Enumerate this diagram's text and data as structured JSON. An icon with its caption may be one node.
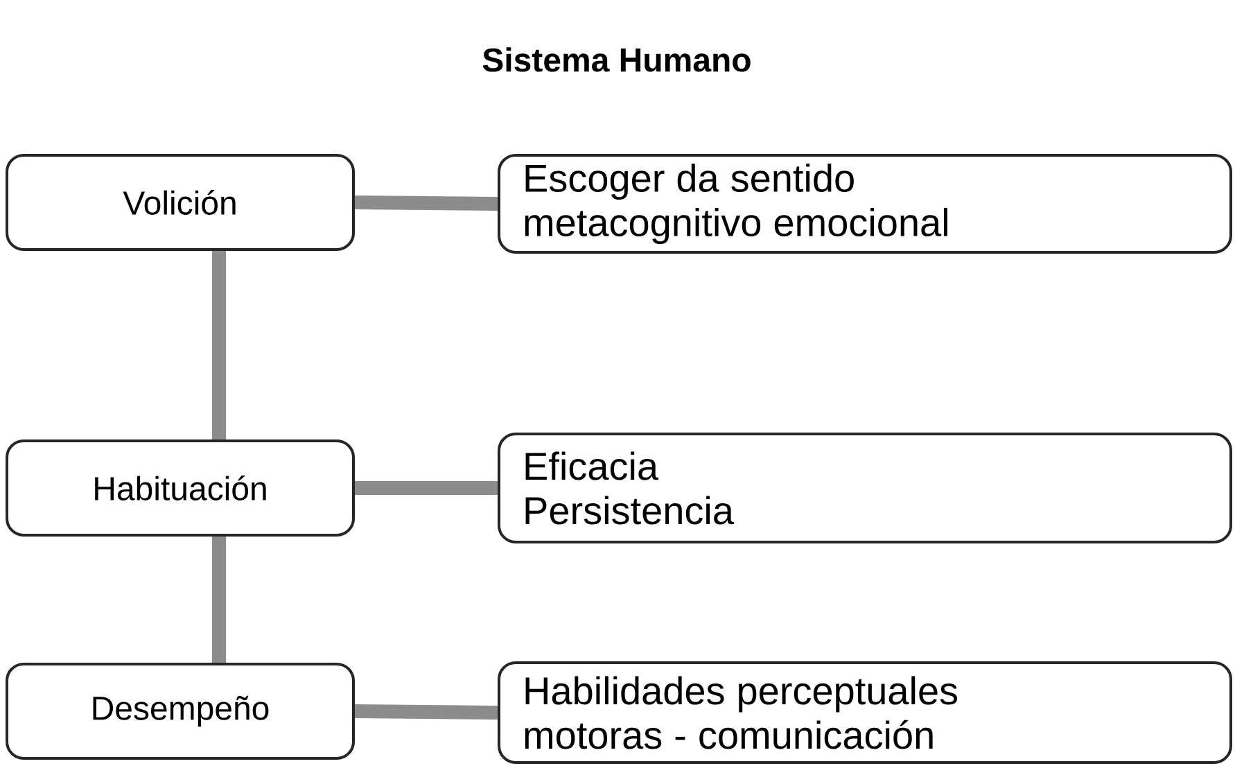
{
  "diagram": {
    "title": "Sistema Humano",
    "nodes": [
      {
        "text": [
          "Volición"
        ]
      },
      {
        "text": [
          "Escoger da sentido metacognitivo emocional"
        ]
      },
      {
        "text": [
          "Habituación"
        ]
      },
      {
        "text": [
          "Eficacia",
          "Persistencia"
        ]
      },
      {
        "text": [
          "Desempeño"
        ]
      },
      {
        "text": [
          "Habilidades perceptuales motoras - comunicación"
        ]
      }
    ],
    "edges": [
      {
        "from": 0,
        "to": 1,
        "arrow": "none"
      },
      {
        "from": 0,
        "to": 2,
        "arrow": "none"
      },
      {
        "from": 2,
        "to": 3,
        "arrow": "none"
      },
      {
        "from": 2,
        "to": 4,
        "arrow": "none"
      },
      {
        "from": 4,
        "to": 5,
        "arrow": "none"
      }
    ]
  }
}
